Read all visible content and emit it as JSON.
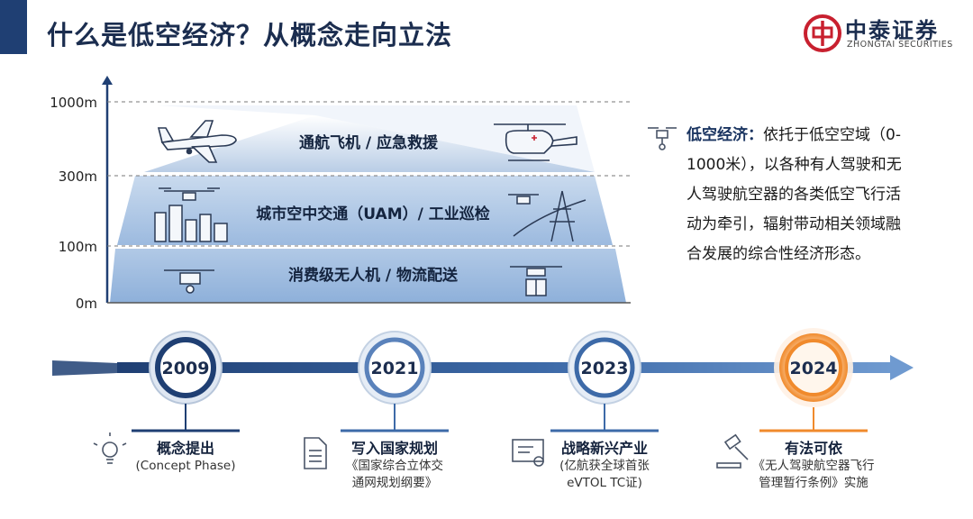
{
  "header": {
    "title": "什么是低空经济？从概念走向立法",
    "brand_cn": "中泰证券",
    "brand_en": "ZHONGTAI SECURITIES"
  },
  "altitude": {
    "ticks": [
      "1000m",
      "300m",
      "100m",
      "0m"
    ],
    "bands": [
      "通航飞机 / 应急救援",
      "城市空中交通（UAM）/ 工业巡检",
      "消费级无人机 / 物流配送"
    ]
  },
  "definition": {
    "term": "低空经济：",
    "lines": [
      "依托于低空空域（0-",
      "1000米），以各种有人驾驶和无",
      "人驾驶航空器的各类低空飞行活",
      "动为牵引，辐射带动相关领域融",
      "合发展的综合性经济形态。"
    ]
  },
  "timeline": {
    "milestones": [
      {
        "year": "2009",
        "title": "概念提出",
        "sub": [
          "(Concept Phase)"
        ]
      },
      {
        "year": "2021",
        "title": "写入国家规划",
        "sub": [
          "《国家综合立体交",
          "通网规划纲要》"
        ]
      },
      {
        "year": "2023",
        "title": "战略新兴产业",
        "sub": [
          "(亿航获全球首张",
          "eVTOL TC证)"
        ]
      },
      {
        "year": "2024",
        "title": "有法可依",
        "sub": [
          "《无人驾驶航空器飞行",
          "管理暂行条例》实施"
        ]
      }
    ]
  },
  "colors": {
    "navy": "#1f3f73",
    "accent_orange": "#f08a2c",
    "brand_red": "#c8202f"
  }
}
